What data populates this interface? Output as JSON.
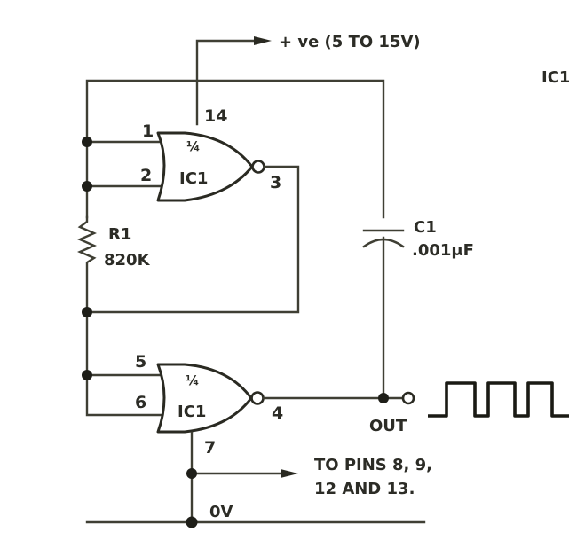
{
  "diagram": {
    "title": "NOR gate square-wave oscillator",
    "supply_label": "+ ve (5 TO 15V)",
    "corner_label": "IC1",
    "gate_top": {
      "fraction": "¼",
      "name": "IC1",
      "pin_in_a": "1",
      "pin_in_b": "2",
      "pin_out": "3",
      "pin_vcc": "14"
    },
    "gate_bottom": {
      "fraction": "¼",
      "name": "IC1",
      "pin_in_a": "5",
      "pin_in_b": "6",
      "pin_out": "4",
      "pin_gnd": "7"
    },
    "resistor": {
      "ref": "R1",
      "value": "820K"
    },
    "capacitor": {
      "ref": "C1",
      "value": ".001μF"
    },
    "output_label": "OUT",
    "unused_pins_note": {
      "line1": "TO PINS 8, 9,",
      "line2": "12 AND 13."
    },
    "ground_label": "0V",
    "colors": {
      "ink": "#2c2c26",
      "background": "#ffffff"
    }
  }
}
